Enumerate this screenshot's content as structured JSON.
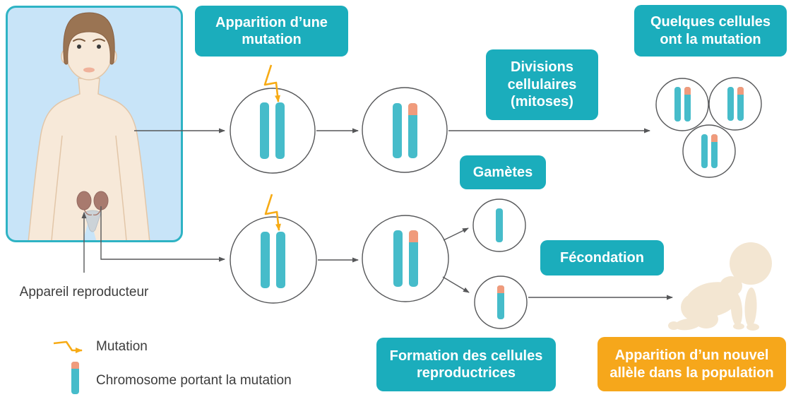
{
  "labels": {
    "mutation_appearance": "Apparition d’une mutation",
    "cell_divisions": "Divisions cellulaires (mitoses)",
    "some_cells_have_mutation": "Quelques cellules ont la mutation",
    "gametes": "Gamètes",
    "fertilization": "Fécondation",
    "reproductive_cells_formation": "Formation des cellules reproductrices",
    "new_allele_in_population": "Apparition d’un nouvel allèle dans la population",
    "reproductive_system": "Appareil reproducteur"
  },
  "legend": {
    "mutation": "Mutation",
    "chromosome_with_mutation": "Chromosome portant la mutation"
  },
  "colors": {
    "teal_box": "#1badbc",
    "orange_box": "#f6a71b",
    "chromosome": "#46bcca",
    "mutation_tip": "#f09b7c",
    "lightning": "#f7ab15",
    "line": "#565759",
    "panel_fill": "#c8e4f8",
    "panel_border": "#2eb3c4",
    "text_dark": "#3d3d3d",
    "skin": "#f7e9d9",
    "skin_line": "#e2c6a8",
    "hair": "#9a7453",
    "baby_skin": "#f3e6d2",
    "gonad": "#a87a6e",
    "uterus": "#ccd3d8"
  }
}
